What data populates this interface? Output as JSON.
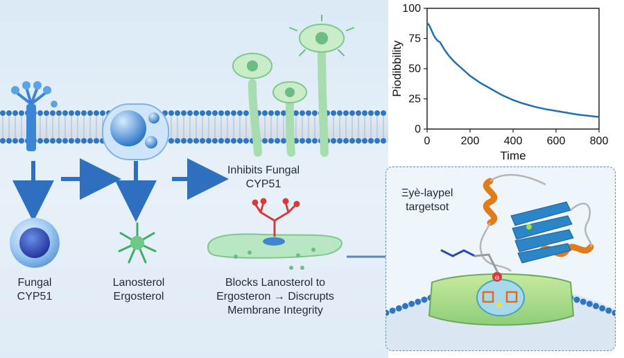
{
  "diagram": {
    "step1_label": [
      "Fungal",
      "CYP51"
    ],
    "step2_label": [
      "Lanosterol",
      "Ergosterol"
    ],
    "inhibit_label": [
      "Inhibits Fungal",
      "CYP51"
    ],
    "blocks_label": [
      "Blocks Lanosterol to",
      "Ergosteron → Discrupts",
      "Membrane Integrity"
    ],
    "inset_label": [
      "Ξyè-laypel",
      "targetsot"
    ]
  },
  "colors": {
    "background": "#dbeaf6",
    "membrane_head": "#2f76c0",
    "arrow": "#2f6fc0",
    "cell_blue": "#3f7fd0",
    "green": "#9ad6a8",
    "protein_orange": "#e07d1a",
    "protein_blue": "#2b86c8",
    "plot_line": "#1f6fb5"
  },
  "chart_data": {
    "type": "line",
    "xlabel": "Time",
    "ylabel": "Piodibbility",
    "xlim": [
      0,
      800
    ],
    "ylim": [
      0,
      100
    ],
    "xticks": [
      0,
      200,
      400,
      600,
      800
    ],
    "yticks": [
      0,
      25,
      50,
      75,
      100
    ],
    "series": [
      {
        "x": [
          0,
          10,
          20,
          30,
          40,
          50,
          60,
          80,
          100,
          125,
          150,
          175,
          200,
          250,
          300,
          350,
          400,
          450,
          500,
          550,
          600,
          650,
          700,
          750,
          800
        ],
        "y": [
          88,
          86,
          82,
          78,
          75,
          73,
          72,
          66,
          61,
          56,
          52,
          48,
          44,
          38,
          33,
          28,
          24,
          21,
          18.5,
          16.5,
          15,
          13.5,
          12,
          11,
          10
        ]
      }
    ]
  }
}
